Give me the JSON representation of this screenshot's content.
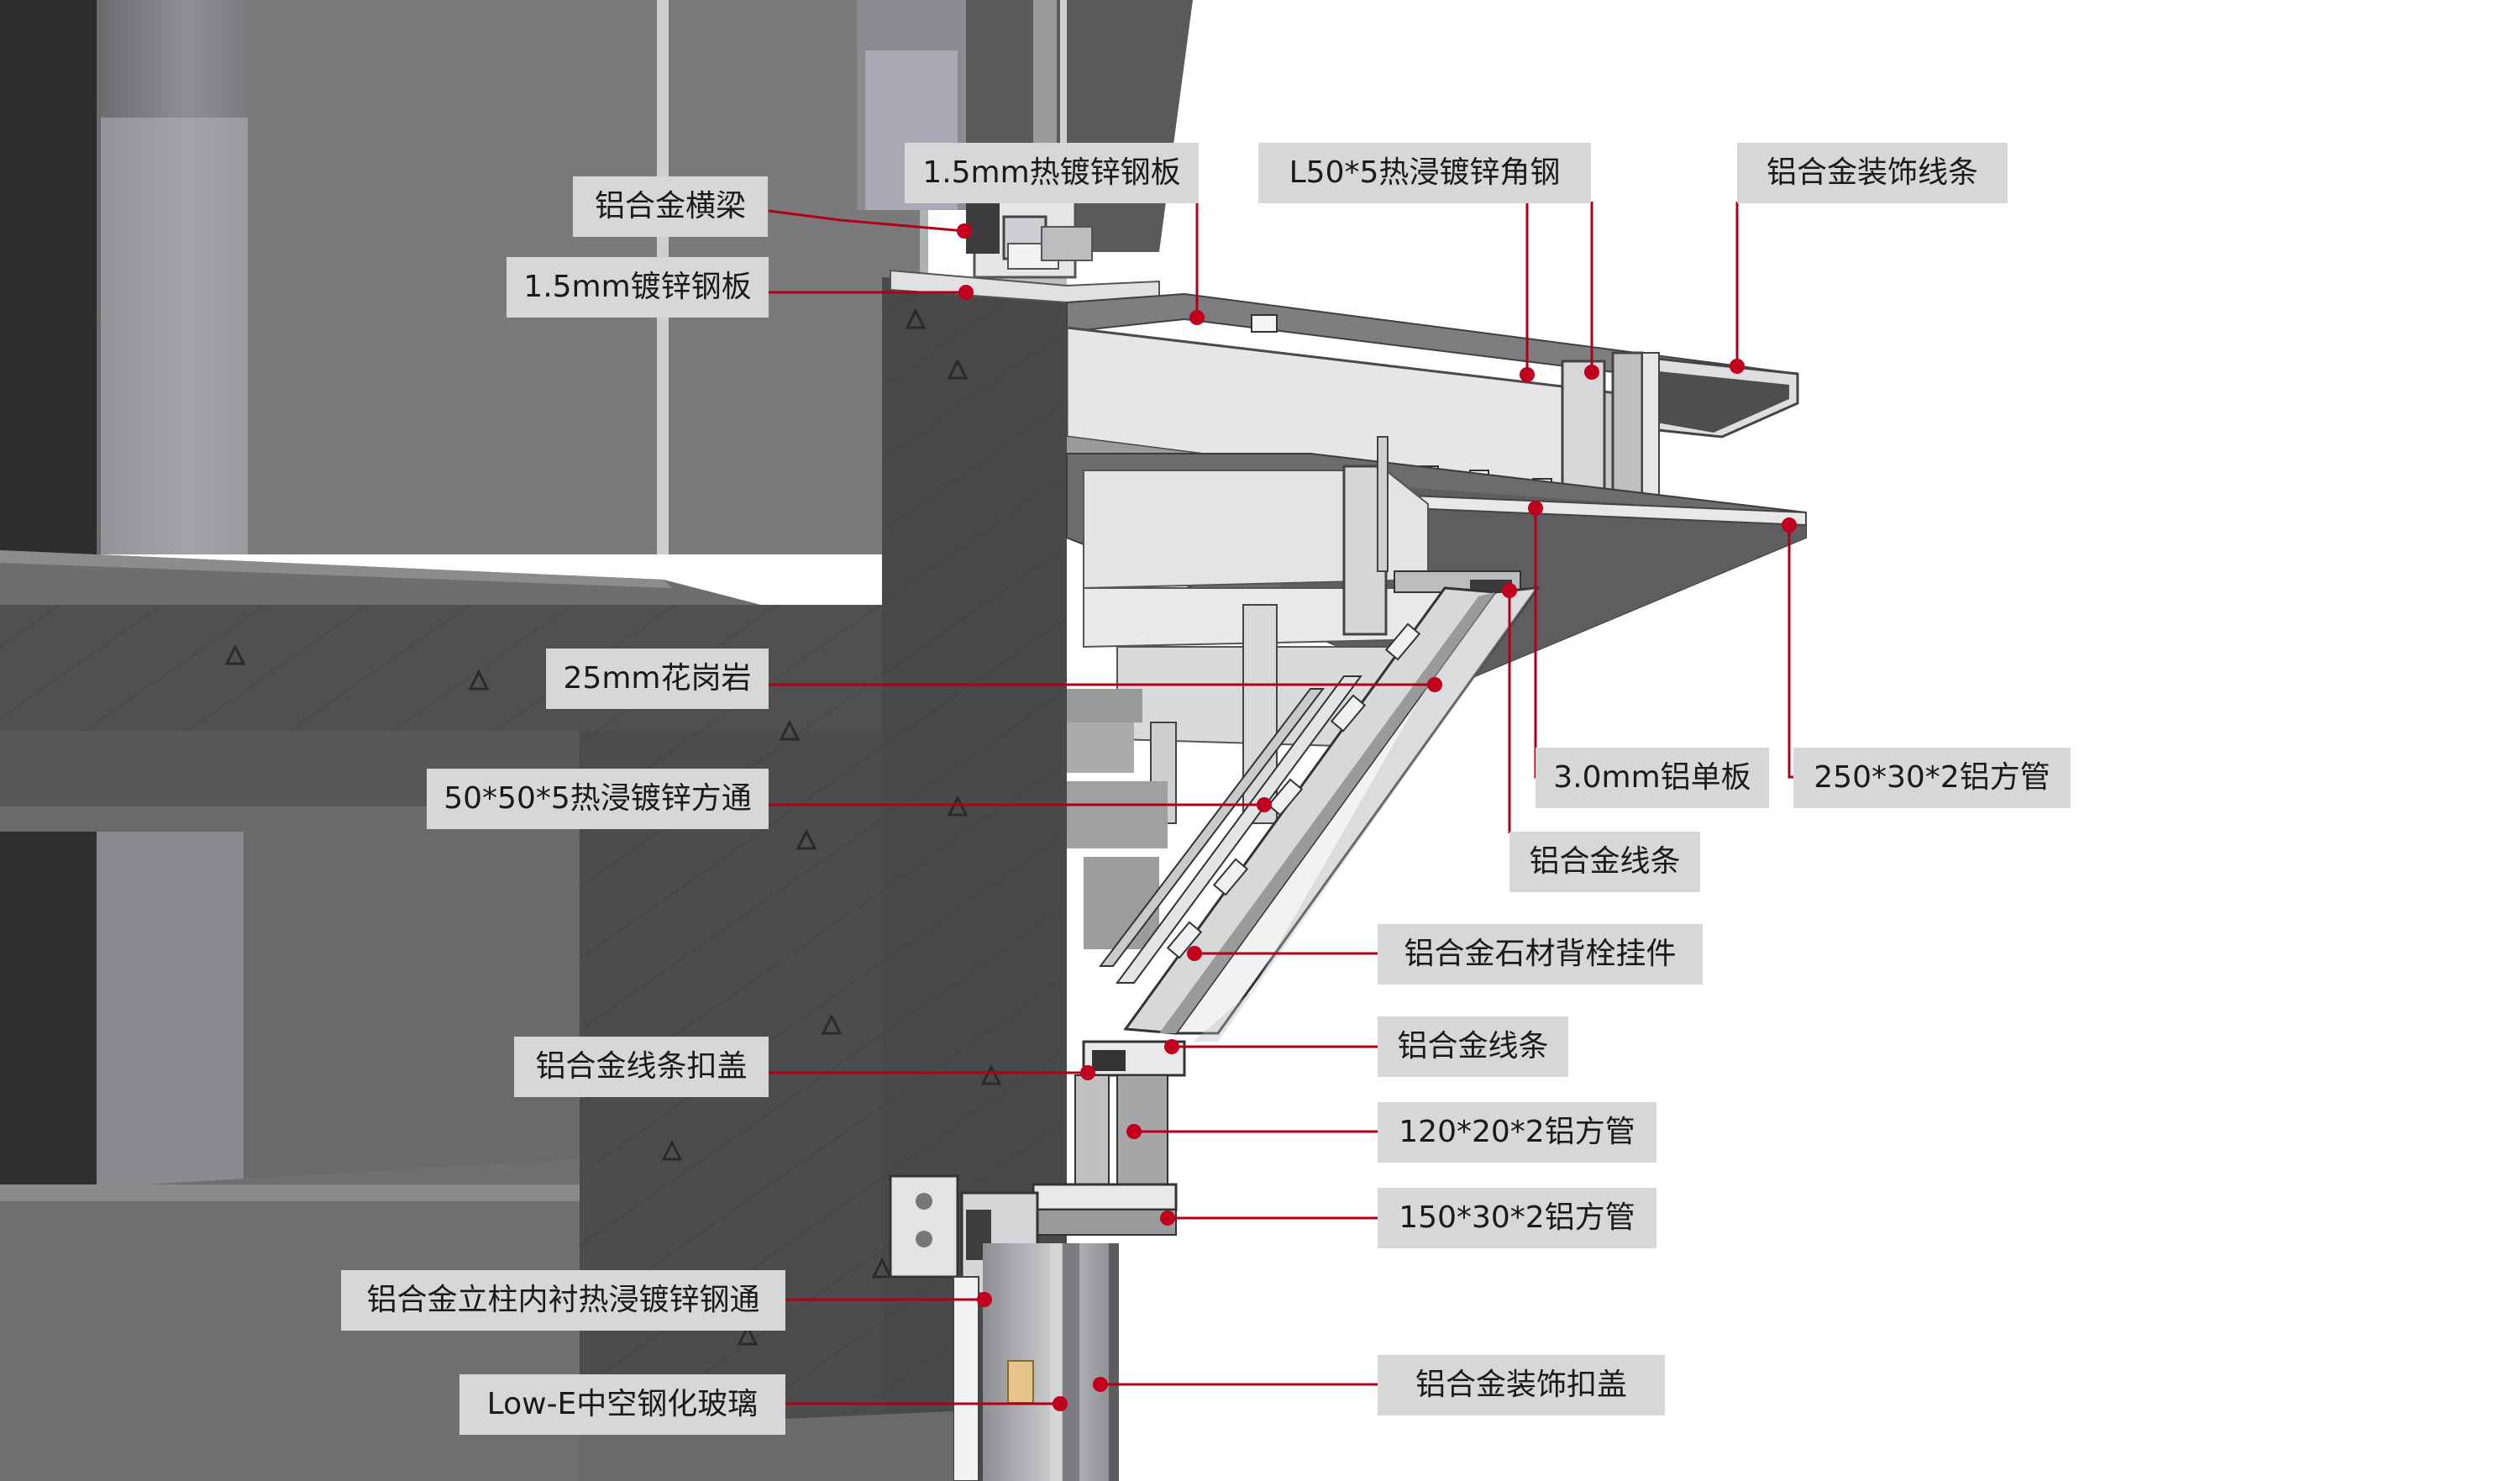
{
  "diagram": {
    "labels": {
      "al_crossbeam": "铝合金横梁",
      "galv_1_5": "1.5mm镀锌钢板",
      "hot_galv_1_5": "1.5mm热镀锌钢板",
      "angle_steel": "L50*5热浸镀锌角钢",
      "al_deco_strip": "铝合金装饰线条",
      "granite": "25mm花岗岩",
      "square_tube": "50*50*5热浸镀锌方通",
      "al_panel": "3.0mm铝单板",
      "al_tube_250": "250*30*2铝方管",
      "al_strip_1": "铝合金线条",
      "back_bolt": "铝合金石材背栓挂件",
      "strip_cover": "铝合金线条扣盖",
      "al_strip_2": "铝合金线条",
      "al_tube_120": "120*20*2铝方管",
      "al_tube_150": "150*30*2铝方管",
      "mullion_liner": "铝合金立柱内衬热浸镀锌钢通",
      "deco_cover": "铝合金装饰扣盖",
      "lowe_glass": "Low-E中空钢化玻璃"
    },
    "colors": {
      "leader": "#b00018",
      "dot": "#c0001c",
      "label_bg": "#d7d7d7",
      "label_text": "#1a1a1a",
      "dark_panel": "#4a4a4a",
      "mid_panel": "#6a6a6a",
      "light_panel": "#9a9a9a",
      "metal_light": "#e2e2e4"
    }
  }
}
